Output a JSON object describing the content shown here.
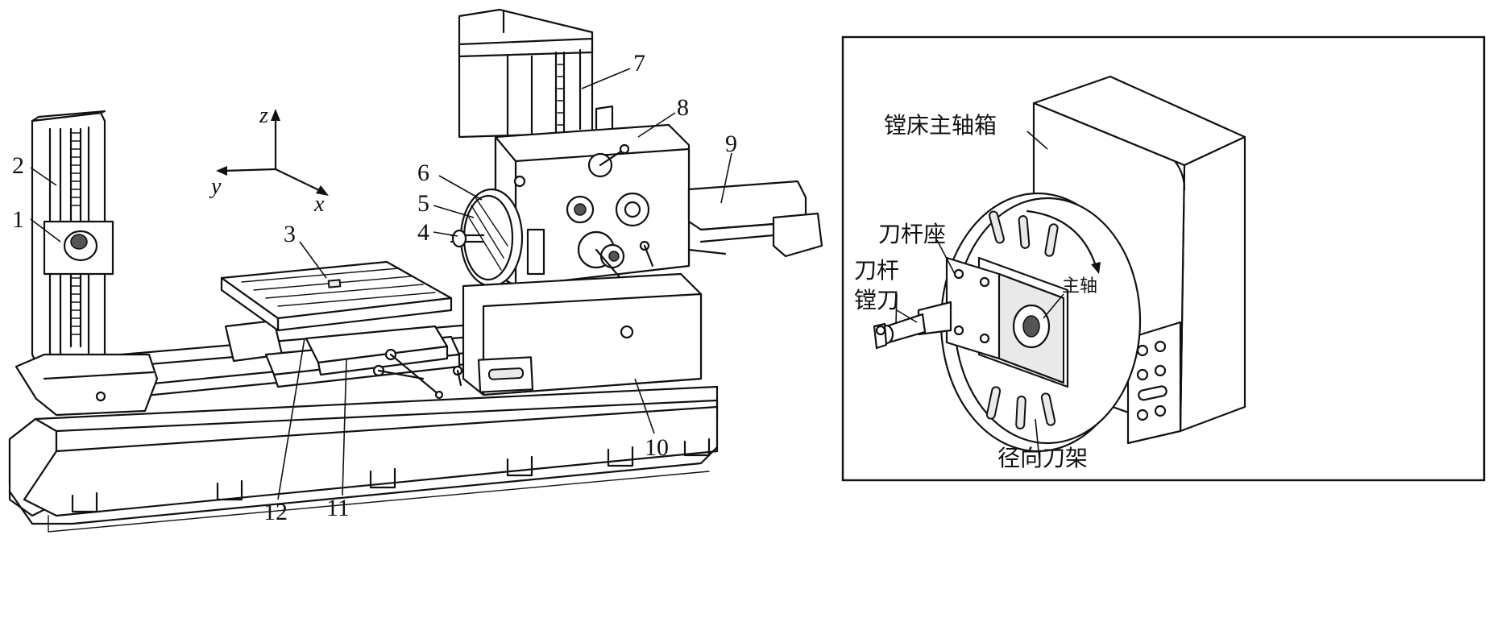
{
  "left_figure": {
    "axes": {
      "z": "z",
      "y": "y",
      "x": "x"
    },
    "callouts": [
      "1",
      "2",
      "3",
      "4",
      "5",
      "6",
      "7",
      "8",
      "9",
      "10",
      "11",
      "12"
    ]
  },
  "right_figure": {
    "labels": {
      "spindle_box": "镗床主轴箱",
      "tool_holder_seat": "刀杆座",
      "tool_bar": "刀杆",
      "boring_tool": "镗刀",
      "spindle": "主轴",
      "radial_tool_rest": "径向刀架"
    }
  }
}
